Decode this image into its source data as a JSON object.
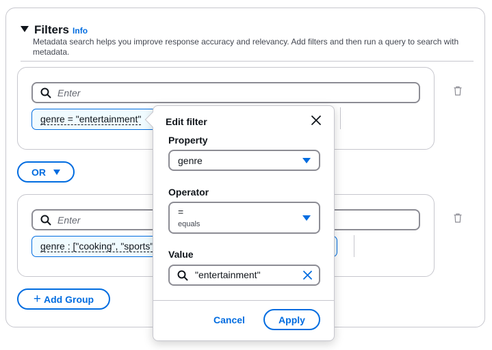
{
  "filters": {
    "title": "Filters",
    "info": "Info",
    "description": "Metadata search helps you improve response accuracy and relevancy. Add filters and then run a query to search with metadata."
  },
  "group1": {
    "search_placeholder": "Enter",
    "token": "genre = \"entertainment\""
  },
  "group2": {
    "search_placeholder": "Enter",
    "token": "genre : [\"cooking\", \"sports\"]"
  },
  "or_button": "OR",
  "add_group_button": "Add Group",
  "popover": {
    "title": "Edit filter",
    "property_label": "Property",
    "property_value": "genre",
    "operator_label": "Operator",
    "operator_value": "=",
    "operator_sub": "equals",
    "value_label": "Value",
    "value_value": "\"entertainment\"",
    "cancel": "Cancel",
    "apply": "Apply"
  },
  "colors": {
    "accent": "#006ce0",
    "border": "#c6c6cd",
    "input_border": "#8c8c94",
    "token_bg": "#f0fbff"
  }
}
